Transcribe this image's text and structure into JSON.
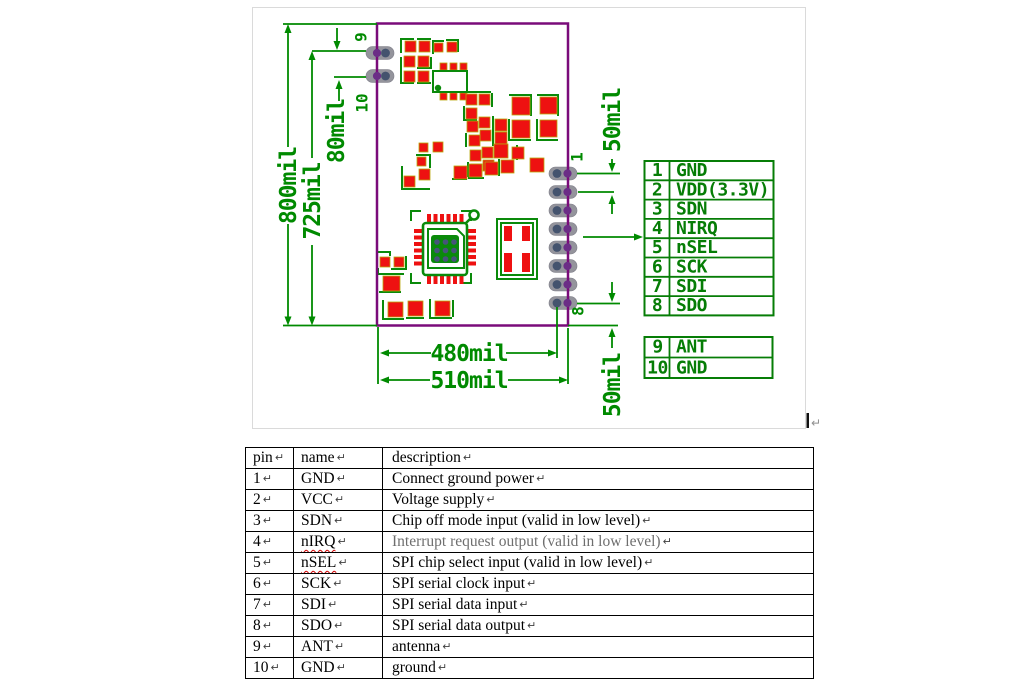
{
  "document": {
    "paragraph_mark": "↵"
  },
  "figure": {
    "colors": {
      "dimension_green": "#008a00",
      "silk_green": "#0a8a0a",
      "board_outline_purple": "#7a0b7a",
      "pad_red": "#ee1111",
      "hole_gray": "#94949c",
      "hole_dot_dark": "#44536e",
      "hole_dot_purple": "#6b2d86",
      "image_border": "#dadada"
    },
    "dimensions": {
      "height_outer": "800mil",
      "height_inner": "725mil",
      "pin_offset": "80mil",
      "pitch_top_right": "50mil",
      "width_inner": "480mil",
      "width_outer": "510mil",
      "pitch_bottom_right": "50mil"
    },
    "board_pin_labels": {
      "top_first": "9",
      "top_second": "10",
      "right_first": "1",
      "right_last": "8"
    },
    "pin_table": {
      "rows": [
        {
          "num": "1",
          "label": "GND"
        },
        {
          "num": "2",
          "label": "VDD(3.3V)"
        },
        {
          "num": "3",
          "label": "SDN"
        },
        {
          "num": "4",
          "label": "NIRQ"
        },
        {
          "num": "5",
          "label": "nSEL"
        },
        {
          "num": "6",
          "label": "SCK"
        },
        {
          "num": "7",
          "label": "SDI"
        },
        {
          "num": "8",
          "label": "SDO"
        }
      ]
    },
    "ant_table": {
      "rows": [
        {
          "num": "9",
          "label": "ANT"
        },
        {
          "num": "10",
          "label": "GND"
        }
      ]
    }
  },
  "description_table": {
    "headers": {
      "pin": "pin",
      "name": "name",
      "description": "description"
    },
    "cell_return_mark": "↵",
    "muted_color": "#6e6e6e",
    "rows": [
      {
        "pin": "1",
        "name": "GND",
        "description": "Connect ground power"
      },
      {
        "pin": "2",
        "name": "VCC",
        "description": "Voltage supply"
      },
      {
        "pin": "3",
        "name": "SDN",
        "description": "Chip off mode input (valid in low level)"
      },
      {
        "pin": "4",
        "name": "nIRQ",
        "description": "Interrupt request output (valid in low level)"
      },
      {
        "pin": "5",
        "name": "nSEL",
        "description": "SPI chip select input (valid in low level)"
      },
      {
        "pin": "6",
        "name": "SCK",
        "description": "SPI serial clock input"
      },
      {
        "pin": "7",
        "name": "SDI",
        "description": "SPI serial data input"
      },
      {
        "pin": "8",
        "name": "SDO",
        "description": "SPI serial data output"
      },
      {
        "pin": "9",
        "name": "ANT",
        "description": "antenna"
      },
      {
        "pin": "10",
        "name": "GND",
        "description": "ground"
      }
    ]
  }
}
